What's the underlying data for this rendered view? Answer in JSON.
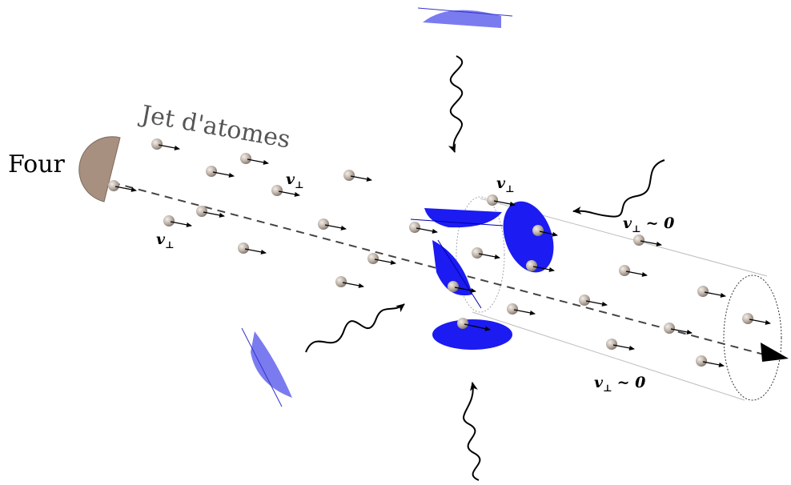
{
  "labels": {
    "oven": "Four",
    "beam": "Jet d'atomes",
    "v_perp": "v",
    "perp_symbol": "⊥",
    "approx_zero": "~ 0"
  },
  "colors": {
    "beam_blue": "#1b1bf2",
    "light_blue": "#7b7bf0",
    "oven_brown": "#a89080",
    "atom": "#9a8e84"
  }
}
